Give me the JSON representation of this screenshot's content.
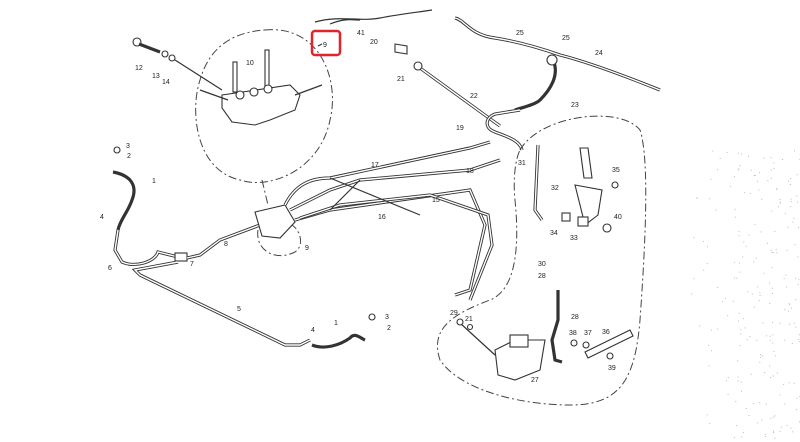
{
  "highlight": {
    "label": "9",
    "color": "#e0242a"
  },
  "labels": [
    "41",
    "20",
    "21",
    "25",
    "25",
    "24",
    "23",
    "22",
    "19",
    "12",
    "13",
    "14",
    "10",
    "3",
    "2",
    "1",
    "4",
    "6",
    "7",
    "8",
    "9",
    "17",
    "18",
    "16",
    "15",
    "5",
    "4",
    "1",
    "3",
    "2",
    "31",
    "32",
    "35",
    "34",
    "33",
    "40",
    "30",
    "28",
    "29",
    "21",
    "28",
    "38",
    "37",
    "36",
    "39",
    "27"
  ]
}
